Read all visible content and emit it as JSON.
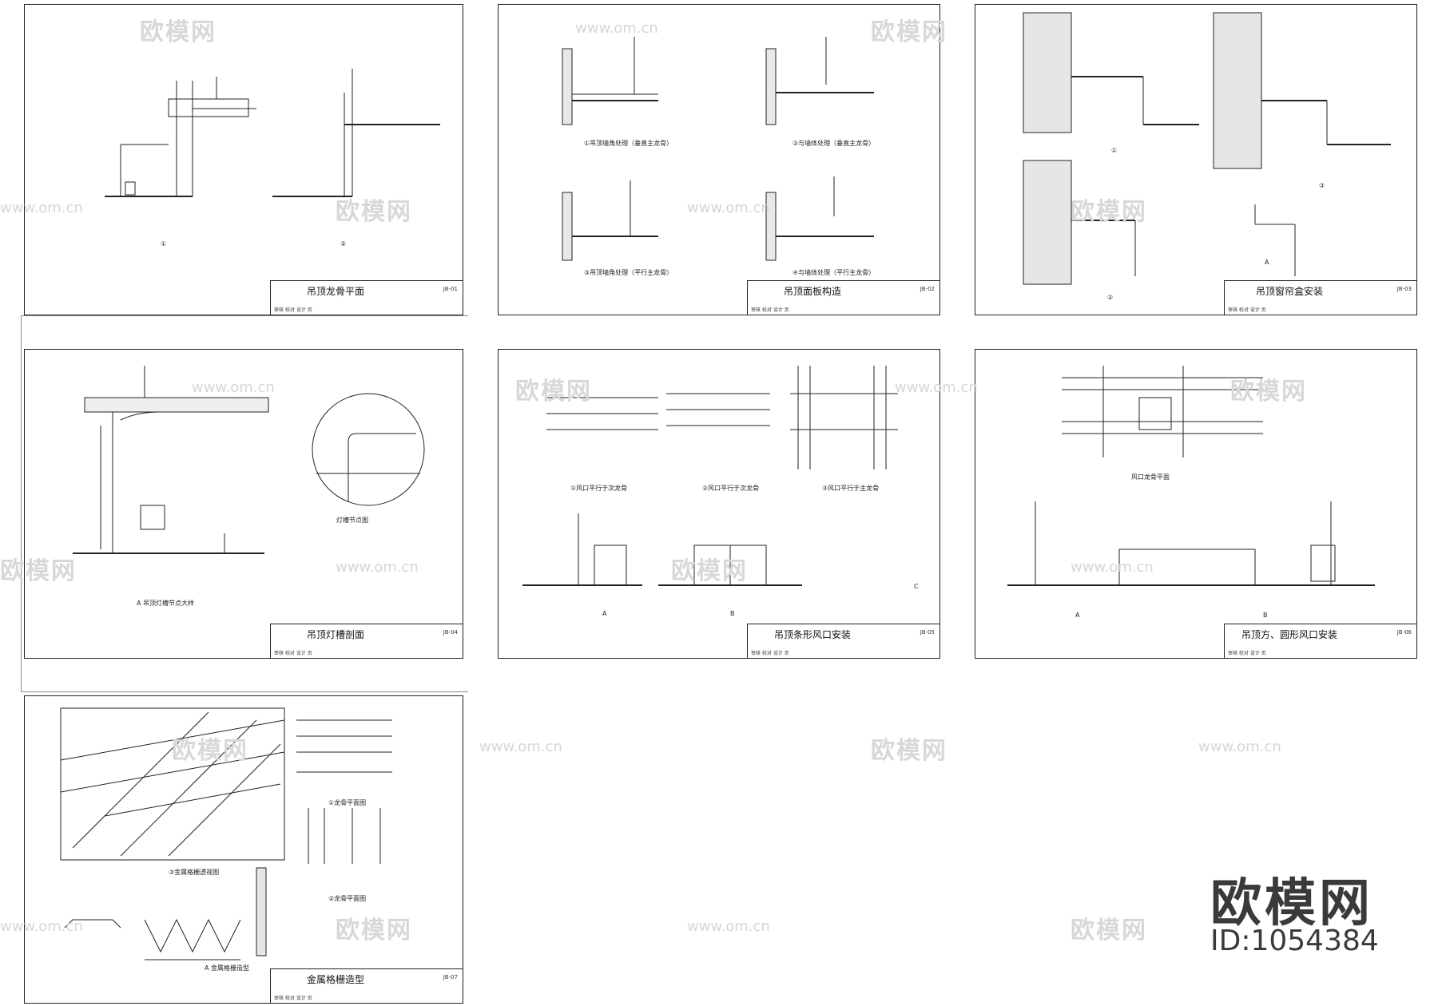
{
  "sheets": [
    {
      "title": "吊顶龙骨平面",
      "no": "JB-01",
      "captions": [
        "①",
        "②"
      ]
    },
    {
      "title": "吊顶面板构造",
      "no": "JB-02",
      "captions": [
        "①吊顶墙角处理（垂直主龙骨）",
        "②与墙体处理（垂直主龙骨）",
        "③吊顶墙角处理（平行主龙骨）",
        "④与墙体处理（平行主龙骨）"
      ]
    },
    {
      "title": "吊顶窗帘盒安装",
      "no": "JB-03",
      "captions": [
        "①",
        "②",
        "③",
        "A"
      ]
    },
    {
      "title": "吊顶灯槽剖面",
      "no": "JB-04",
      "captions": [
        "A 吊顶灯槽节点大样",
        "灯槽节点图"
      ]
    },
    {
      "title": "吊顶条形风口安装",
      "no": "JB-05",
      "captions": [
        "①风口平行于次龙骨",
        "②风口平行于次龙骨",
        "③风口平行于主龙骨",
        "A",
        "B",
        "C"
      ]
    },
    {
      "title": "吊顶方、圆形风口安装",
      "no": "JB-06",
      "captions": [
        "风口龙骨平面",
        "A",
        "B"
      ]
    },
    {
      "title": "金属格栅造型",
      "no": "JB-07",
      "captions": [
        "③金属格栅透视图",
        "①龙骨平面图",
        "②龙骨平面图",
        "A 金属格栅造型"
      ]
    }
  ],
  "watermark": {
    "text": "欧模网",
    "url": "www.om.cn"
  },
  "brand": {
    "name": "欧模网",
    "id": "ID:1054384"
  },
  "titleblock_meta": "审核  校对  设计  页"
}
